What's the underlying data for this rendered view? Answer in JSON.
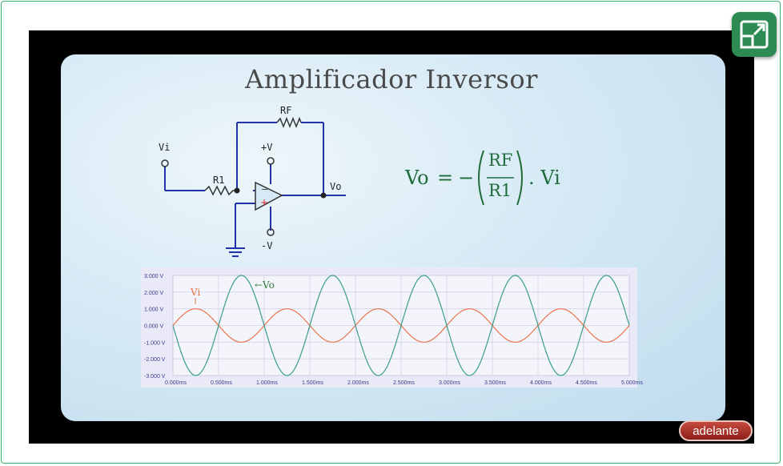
{
  "slide": {
    "title": "Amplificador Inversor",
    "next_label": "adelante"
  },
  "circuit": {
    "labels": {
      "rf": "RF",
      "r1": "R1",
      "vi": "Vi",
      "vo": "Vo",
      "vplus": "+V",
      "vminus": "-V"
    }
  },
  "formula": {
    "lhs": "Vo",
    "equals": "=",
    "minus": "−",
    "numerator": "RF",
    "denominator": "R1",
    "rhs": ". Vi"
  },
  "icons": {
    "expand": "expand-icon"
  },
  "colors": {
    "vi_trace": "#e8744a",
    "vo_trace": "#3a9e8a",
    "button": "#2c8a52",
    "circuit_wire": "#2233aa"
  },
  "chart_data": {
    "type": "line",
    "ylim": [
      -3,
      3
    ],
    "xlim": [
      0,
      5
    ],
    "y_ticks": [
      "3.000 V",
      "2.000 V",
      "1.000 V",
      "0.000 V",
      "-1.000 V",
      "-2.000 V",
      "-3.000 V"
    ],
    "x_ticks": [
      "0.000ms",
      "0.500ms",
      "1.000ms",
      "1.500ms",
      "2.000ms",
      "2.500ms",
      "3.000ms",
      "3.500ms",
      "4.000ms",
      "4.500ms",
      "5.000ms"
    ],
    "series": [
      {
        "name": "Vi",
        "amplitude": 1,
        "frequency_khz": 1,
        "phase": "normal"
      },
      {
        "name": "Vo",
        "amplitude": 3,
        "frequency_khz": 1,
        "phase": "inverted"
      }
    ]
  }
}
